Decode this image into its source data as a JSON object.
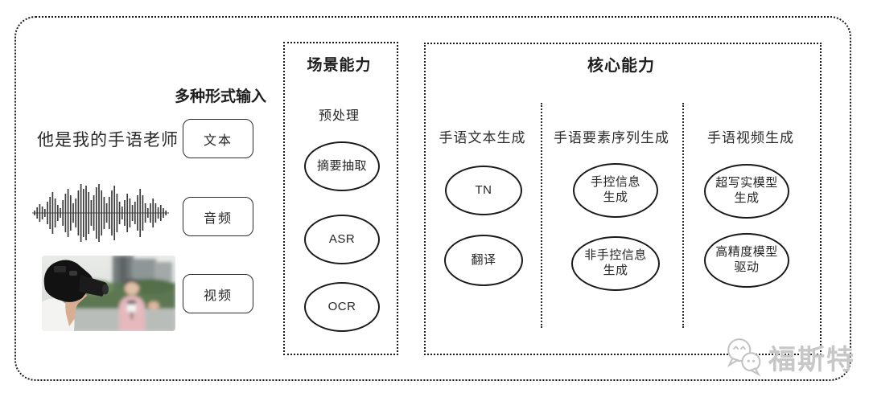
{
  "input_section": {
    "label": "多种形式输入",
    "sample_text": "他是我的手语老师",
    "types": [
      {
        "label": "文本"
      },
      {
        "label": "音频"
      },
      {
        "label": "视频"
      }
    ],
    "media_icons": {
      "waveform": "audio-waveform-icon",
      "photo": "reporter-filming-photo"
    }
  },
  "scene_panel": {
    "title": "场景能力",
    "stage_label": "预处理",
    "nodes": [
      "摘要抽取",
      "ASR",
      "OCR"
    ]
  },
  "core_panel": {
    "title": "核心能力",
    "columns": [
      {
        "header": "手语文本生成",
        "nodes": [
          "TN",
          "翻译"
        ]
      },
      {
        "header": "手语要素序列生成",
        "nodes": [
          "手控信息\n生成",
          "非手控信息\n生成"
        ]
      },
      {
        "header": "手语视频生成",
        "nodes": [
          "超写实模型\n生成",
          "高精度模型\n驱动"
        ]
      }
    ]
  },
  "watermark": {
    "text": "福斯特",
    "icon": "wechat-chat-bubbles-icon"
  },
  "colors": {
    "line": "#1b1b1b",
    "text": "#262626",
    "watermark": "#c7c7c7",
    "background": "#ffffff"
  }
}
